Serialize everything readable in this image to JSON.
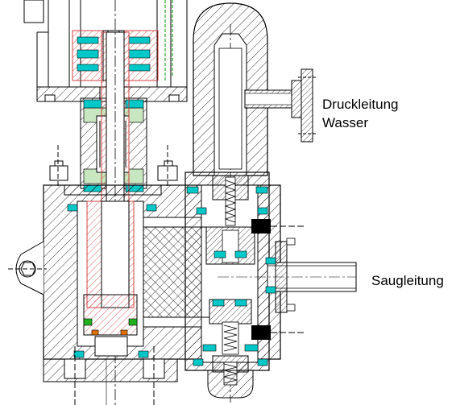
{
  "labels": {
    "pressure_line_1": "Druckleitung",
    "pressure_line_2": "Wasser",
    "suction_line": "Saugleitung"
  },
  "colors": {
    "line": "#000000",
    "seal": "#00c8c8",
    "piston_hatch": "#d04040",
    "valve_block": "#000000",
    "guide_green": "#009900",
    "orange_ring": "#e07000",
    "ring_green": "#20b020",
    "bushing_fill": "#c8e6c0",
    "background": "#ffffff"
  }
}
